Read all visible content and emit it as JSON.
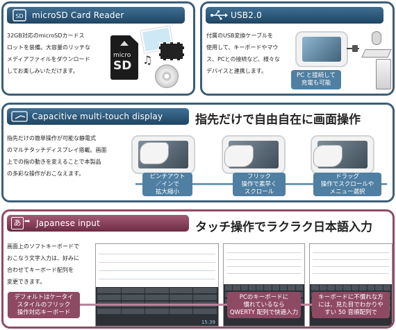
{
  "microsd": {
    "title": "microSD Card Reader",
    "icon": "microsd-icon",
    "body": [
      "32GB対応のmicroSDカードス",
      "ロットを装備。大容量のリッチな",
      "メディアファイルをダウンロード",
      "してお楽しみいただけます。"
    ],
    "card_text": [
      "micro",
      "SD"
    ]
  },
  "usb": {
    "title": "USB2.0",
    "icon": "usb-icon",
    "body": [
      "付属のUSB変換ケーブルを",
      "使用して、キーボードやマウ",
      "ス、PCとの接続など、様々な",
      "デバイスと連携します。"
    ],
    "callout": [
      "PC と接続して",
      "充電も可能"
    ]
  },
  "touch": {
    "title": "Capacitive multi-touch display",
    "icon": "touch-icon",
    "headline": "指先だけで自由自在に画面操作",
    "body": [
      "指先だけの簡単操作が可能な静電式",
      "のマルチタッチディスプレイ搭載。画面",
      "上での指の動きを変えることで本製品",
      "の多彩な操作がおこなえます。"
    ],
    "callouts": [
      [
        "ピンチアウト",
        "／インで",
        "拡大縮小"
      ],
      [
        "フリック",
        "操作で素早く",
        "スクロール"
      ],
      [
        "ドラッグ",
        "操作でスクロールや",
        "メニュー選択"
      ]
    ]
  },
  "jp": {
    "title": "Japanese input",
    "icon_text": "あ",
    "headline": "タッチ操作でラクラク日本語入力",
    "body": [
      "画面上のソフトキーボードで",
      "おこなう文字入力は、好みに",
      "合わせてキーボード配列を",
      "変更できます。"
    ],
    "callouts": [
      [
        "デフォルトはケータイ",
        "スタイルのフリック",
        "操作対応キーボード"
      ],
      [
        "PCのキーボードに",
        "慣れているなら",
        "QWERTY 配列で快適入力"
      ],
      [
        "キーボードに不慣れな方",
        "には、見た目でわかりや",
        "すい 50 音順配列で"
      ]
    ],
    "screen_time": "15:39"
  },
  "colors": {
    "blue": "#3a5f79",
    "maroon": "#8f4a63"
  }
}
